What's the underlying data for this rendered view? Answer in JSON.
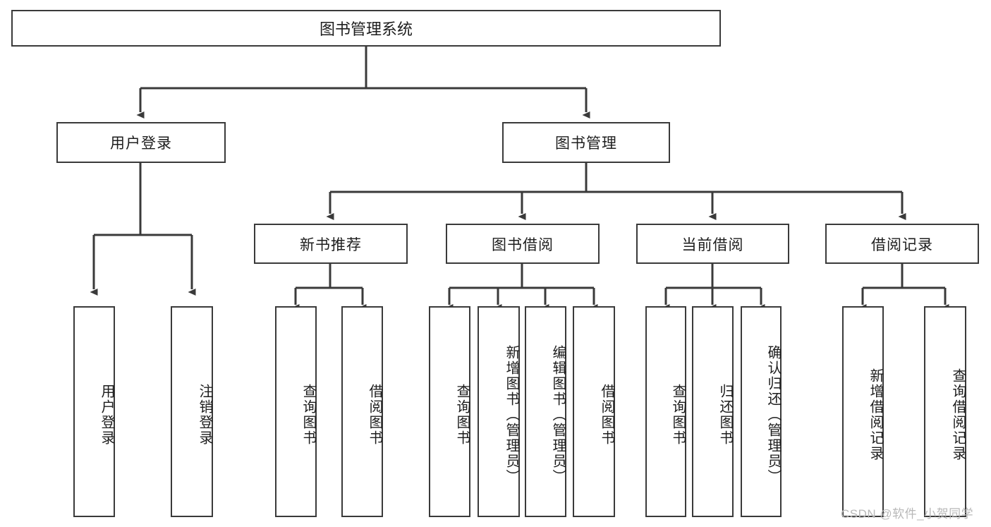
{
  "diagram": {
    "type": "tree",
    "title": "图书管理系统",
    "root": {
      "label": "图书管理系统"
    },
    "level2": [
      {
        "id": "user-login",
        "label": "用户登录"
      },
      {
        "id": "book-management",
        "label": "图书管理"
      }
    ],
    "level3": [
      {
        "id": "new-book-recommend",
        "label": "新书推荐",
        "parent": "book-management"
      },
      {
        "id": "book-borrow",
        "label": "图书借阅",
        "parent": "book-management"
      },
      {
        "id": "current-borrow",
        "label": "当前借阅",
        "parent": "book-management"
      },
      {
        "id": "borrow-record",
        "label": "借阅记录",
        "parent": "book-management"
      }
    ],
    "leaves": [
      {
        "id": "leaf-user-login",
        "label": "用户登录",
        "parent": "user-login"
      },
      {
        "id": "leaf-user-logout",
        "label": "注销登录",
        "parent": "user-login"
      },
      {
        "id": "leaf-query-book-1",
        "label": "查询图书",
        "parent": "new-book-recommend"
      },
      {
        "id": "leaf-borrow-book-1",
        "label": "借阅图书",
        "parent": "new-book-recommend"
      },
      {
        "id": "leaf-query-book-2",
        "label": "查询图书",
        "parent": "book-borrow"
      },
      {
        "id": "leaf-add-book",
        "label": "新增图书（管理员）",
        "parent": "book-borrow"
      },
      {
        "id": "leaf-edit-book",
        "label": "编辑图书（管理员）",
        "parent": "book-borrow"
      },
      {
        "id": "leaf-borrow-book-2",
        "label": "借阅图书",
        "parent": "book-borrow"
      },
      {
        "id": "leaf-query-book-3",
        "label": "查询图书",
        "parent": "current-borrow"
      },
      {
        "id": "leaf-return-book",
        "label": "归还图书",
        "parent": "current-borrow"
      },
      {
        "id": "leaf-confirm-return",
        "label": "确认归还（管理员）",
        "parent": "current-borrow"
      },
      {
        "id": "leaf-add-record",
        "label": "新增借阅记录",
        "parent": "borrow-record"
      },
      {
        "id": "leaf-query-record",
        "label": "查询借阅记录",
        "parent": "borrow-record"
      }
    ],
    "colors": {
      "stroke": "#3a3a3a",
      "node_fill": "#ffffff",
      "text": "#1d1d1d",
      "background": "#ffffff",
      "watermark": "#b8b8b8"
    }
  },
  "watermark": {
    "text": "CSDN @软件_小贺同学"
  }
}
